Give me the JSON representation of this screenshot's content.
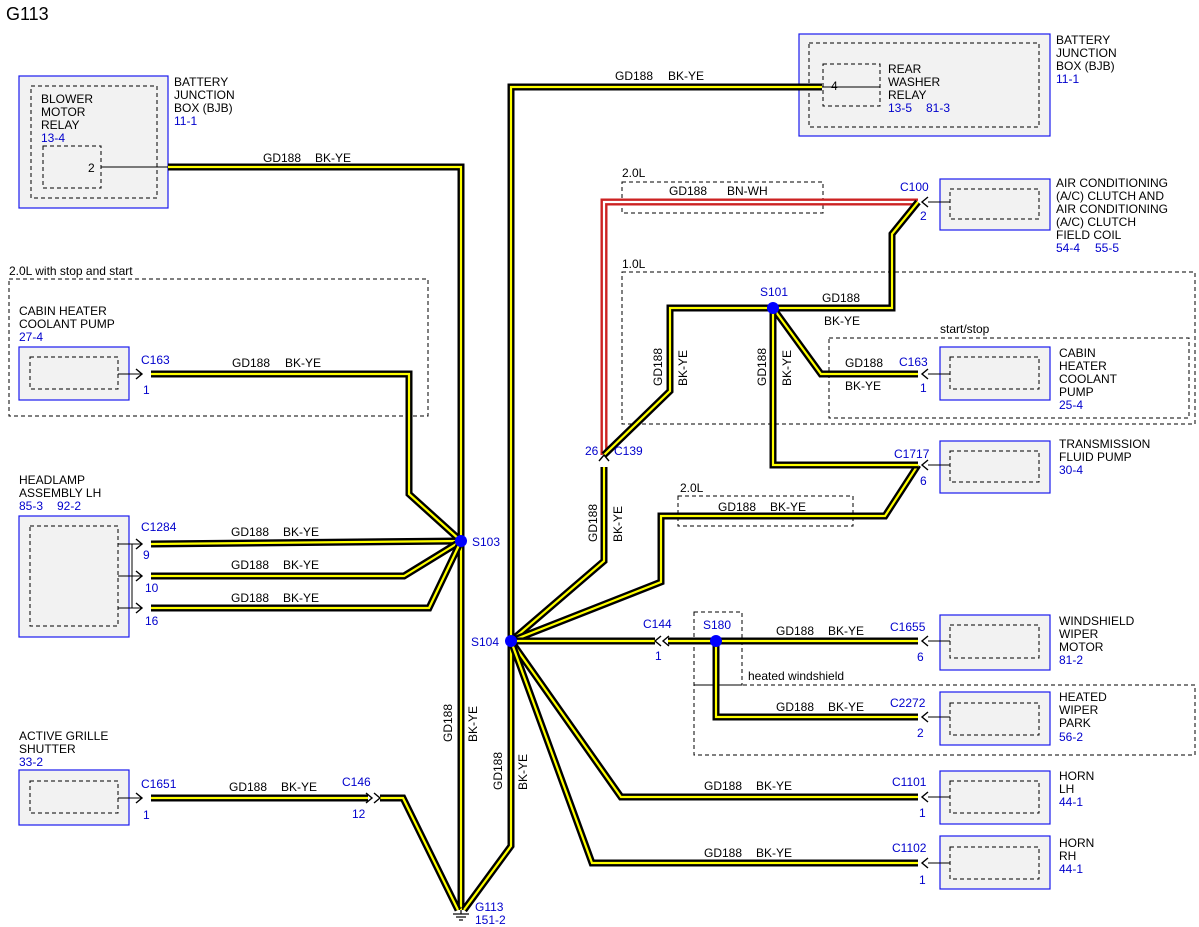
{
  "page": {
    "title": "G113"
  },
  "wire": {
    "circuit": "GD188",
    "color": "BK-YE",
    "alt_color": "BN-WH"
  },
  "components": {
    "blower": {
      "lines": [
        "BLOWER",
        "MOTOR",
        "RELAY"
      ],
      "ref": "13-4",
      "pin": "2"
    },
    "bjb_left": {
      "lines": [
        "BATTERY",
        "JUNCTION",
        "BOX (BJB)"
      ],
      "ref": "11-1"
    },
    "bjb_right": {
      "lines": [
        "BATTERY",
        "JUNCTION",
        "BOX (BJB)"
      ],
      "ref": "11-1"
    },
    "rear_washer": {
      "lines": [
        "REAR",
        "WASHER",
        "RELAY"
      ],
      "refs": [
        "13-5",
        "81-3"
      ],
      "pin": "4"
    },
    "ac_clutch": {
      "lines": [
        "AIR CONDITIONING",
        "(A/C) CLUTCH AND",
        "AIR CONDITIONING",
        "(A/C) CLUTCH",
        "FIELD COIL"
      ],
      "refs": [
        "54-4",
        "55-5"
      ],
      "connector": "C100",
      "pin": "2"
    },
    "cabin_pump_left": {
      "lines": [
        "CABIN HEATER",
        "COOLANT PUMP"
      ],
      "ref": "27-4",
      "connector": "C163",
      "pin": "1"
    },
    "cabin_pump_right": {
      "lines": [
        "CABIN",
        "HEATER",
        "COOLANT",
        "PUMP"
      ],
      "ref": "25-4",
      "connector": "C163",
      "pin": "1"
    },
    "headlamp": {
      "lines": [
        "HEADLAMP",
        "ASSEMBLY LH"
      ],
      "refs": [
        "85-3",
        "92-2"
      ],
      "connector": "C1284",
      "pins": [
        "9",
        "10",
        "16"
      ]
    },
    "trans_pump": {
      "lines": [
        "TRANSMISSION",
        "FLUID PUMP"
      ],
      "ref": "30-4",
      "connector": "C1717",
      "pin": "6"
    },
    "grille": {
      "lines": [
        "ACTIVE GRILLE",
        "SHUTTER"
      ],
      "ref": "33-2",
      "connector": "C1651",
      "pin": "1"
    },
    "wiper_motor": {
      "lines": [
        "WINDSHIELD",
        "WIPER",
        "MOTOR"
      ],
      "ref": "81-2",
      "connector": "C1655",
      "pin": "6"
    },
    "wiper_park": {
      "lines": [
        "HEATED",
        "WIPER",
        "PARK"
      ],
      "ref": "56-2",
      "connector": "C2272",
      "pin": "2"
    },
    "horn_lh": {
      "lines": [
        "HORN",
        "LH"
      ],
      "ref": "44-1",
      "connector": "C1101",
      "pin": "1"
    },
    "horn_rh": {
      "lines": [
        "HORN",
        "RH"
      ],
      "ref": "44-1",
      "connector": "C1102",
      "pin": "1"
    }
  },
  "connectors": {
    "c139": {
      "name": "C139",
      "pin": "26"
    },
    "c144": {
      "name": "C144",
      "pin": "1"
    },
    "c146": {
      "name": "C146",
      "pin": "12"
    }
  },
  "splices": {
    "s101": "S101",
    "s103": "S103",
    "s104": "S104",
    "s180": "S180"
  },
  "ground": {
    "name": "G113",
    "ref": "151-2"
  },
  "groups": {
    "stop_start": "2.0L with stop and start",
    "two_l_a": "2.0L",
    "one_l": "1.0L",
    "start_stop": "start/stop",
    "two_l_b": "2.0L",
    "heated_ws": "heated windshield"
  },
  "colors": {
    "accent": "#0000cc",
    "splice": "#0000ff",
    "wire_stripe": "#ffff00",
    "wire_alt": "#cc2222"
  }
}
